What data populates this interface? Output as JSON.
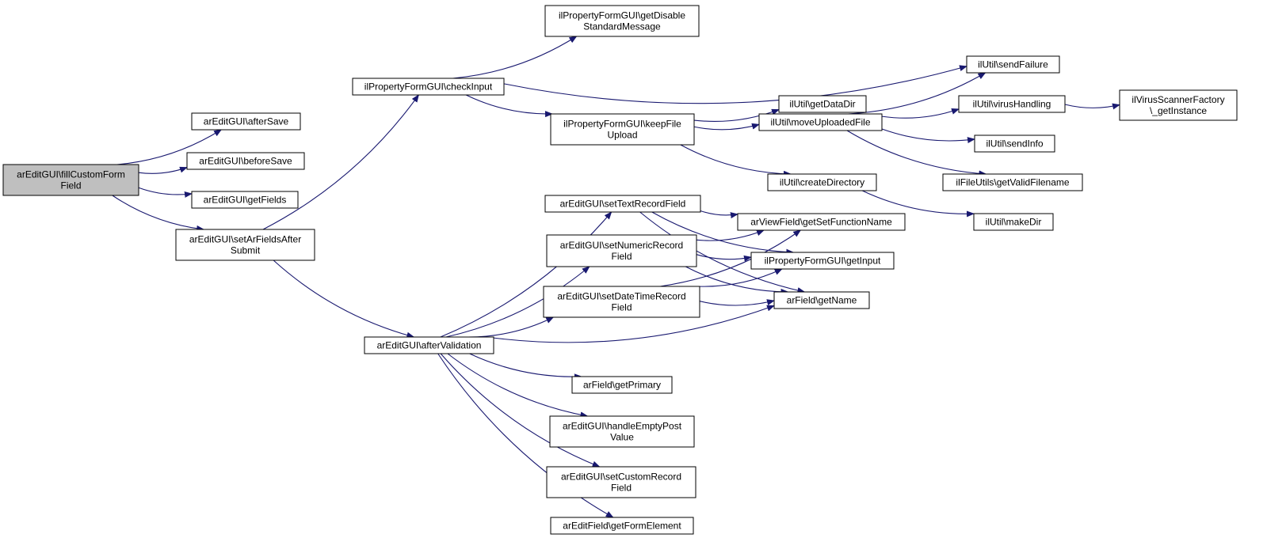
{
  "colors": {
    "edge": "#191970",
    "node_fill": "#ffffff",
    "root_fill": "#bfbfbf",
    "node_border": "#000000"
  },
  "nodes": [
    {
      "id": "fill",
      "lines": [
        "arEditGUI\\fillCustomForm",
        "Field"
      ],
      "root": true
    },
    {
      "id": "afterSave",
      "lines": [
        "arEditGUI\\afterSave"
      ]
    },
    {
      "id": "beforeSave",
      "lines": [
        "arEditGUI\\beforeSave"
      ]
    },
    {
      "id": "getFields",
      "lines": [
        "arEditGUI\\getFields"
      ]
    },
    {
      "id": "setArFields",
      "lines": [
        "arEditGUI\\setArFieldsAfter",
        "Submit"
      ]
    },
    {
      "id": "checkInput",
      "lines": [
        "ilPropertyFormGUI\\checkInput"
      ]
    },
    {
      "id": "getDisable",
      "lines": [
        "ilPropertyFormGUI\\getDisable",
        "StandardMessage"
      ]
    },
    {
      "id": "keepFile",
      "lines": [
        "ilPropertyFormGUI\\keepFile",
        "Upload"
      ]
    },
    {
      "id": "sendFailure",
      "lines": [
        "ilUtil\\sendFailure"
      ]
    },
    {
      "id": "getDataDir",
      "lines": [
        "ilUtil\\getDataDir"
      ]
    },
    {
      "id": "moveUploaded",
      "lines": [
        "ilUtil\\moveUploadedFile"
      ]
    },
    {
      "id": "virusHandling",
      "lines": [
        "ilUtil\\virusHandling"
      ]
    },
    {
      "id": "virusScanner",
      "lines": [
        "ilVirusScannerFactory",
        "\\_getInstance"
      ]
    },
    {
      "id": "sendInfo",
      "lines": [
        "ilUtil\\sendInfo"
      ]
    },
    {
      "id": "validFilename",
      "lines": [
        "ilFileUtils\\getValidFilename"
      ]
    },
    {
      "id": "createDir",
      "lines": [
        "ilUtil\\createDirectory"
      ]
    },
    {
      "id": "makeDir",
      "lines": [
        "ilUtil\\makeDir"
      ]
    },
    {
      "id": "afterValidation",
      "lines": [
        "arEditGUI\\afterValidation"
      ]
    },
    {
      "id": "setText",
      "lines": [
        "arEditGUI\\setTextRecordField"
      ]
    },
    {
      "id": "setNumeric",
      "lines": [
        "arEditGUI\\setNumericRecord",
        "Field"
      ]
    },
    {
      "id": "setDateTime",
      "lines": [
        "arEditGUI\\setDateTimeRecord",
        "Field"
      ]
    },
    {
      "id": "getSetFunc",
      "lines": [
        "arViewField\\getSetFunctionName"
      ]
    },
    {
      "id": "getInput",
      "lines": [
        "ilPropertyFormGUI\\getInput"
      ]
    },
    {
      "id": "getName",
      "lines": [
        "arField\\getName"
      ]
    },
    {
      "id": "getPrimary",
      "lines": [
        "arField\\getPrimary"
      ]
    },
    {
      "id": "handleEmpty",
      "lines": [
        "arEditGUI\\handleEmptyPost",
        "Value"
      ]
    },
    {
      "id": "setCustom",
      "lines": [
        "arEditGUI\\setCustomRecord",
        "Field"
      ]
    },
    {
      "id": "getFormElement",
      "lines": [
        "arEditField\\getFormElement"
      ]
    }
  ],
  "edges": [
    {
      "from": "fill",
      "to": "afterSave"
    },
    {
      "from": "fill",
      "to": "beforeSave"
    },
    {
      "from": "fill",
      "to": "getFields"
    },
    {
      "from": "fill",
      "to": "setArFields"
    },
    {
      "from": "setArFields",
      "to": "checkInput"
    },
    {
      "from": "setArFields",
      "to": "afterValidation"
    },
    {
      "from": "checkInput",
      "to": "getDisable"
    },
    {
      "from": "checkInput",
      "to": "sendFailure"
    },
    {
      "from": "checkInput",
      "to": "keepFile"
    },
    {
      "from": "keepFile",
      "to": "getDataDir"
    },
    {
      "from": "keepFile",
      "to": "moveUploaded"
    },
    {
      "from": "keepFile",
      "to": "createDir"
    },
    {
      "from": "moveUploaded",
      "to": "sendFailure"
    },
    {
      "from": "moveUploaded",
      "to": "virusHandling"
    },
    {
      "from": "moveUploaded",
      "to": "sendInfo"
    },
    {
      "from": "moveUploaded",
      "to": "validFilename"
    },
    {
      "from": "virusHandling",
      "to": "virusScanner"
    },
    {
      "from": "createDir",
      "to": "makeDir"
    },
    {
      "from": "afterValidation",
      "to": "setText"
    },
    {
      "from": "afterValidation",
      "to": "setNumeric"
    },
    {
      "from": "afterValidation",
      "to": "setDateTime"
    },
    {
      "from": "afterValidation",
      "to": "getName"
    },
    {
      "from": "afterValidation",
      "to": "getPrimary"
    },
    {
      "from": "afterValidation",
      "to": "handleEmpty"
    },
    {
      "from": "afterValidation",
      "to": "setCustom"
    },
    {
      "from": "afterValidation",
      "to": "getFormElement"
    },
    {
      "from": "setText",
      "to": "getSetFunc"
    },
    {
      "from": "setText",
      "to": "getInput"
    },
    {
      "from": "setText",
      "to": "getName"
    },
    {
      "from": "setNumeric",
      "to": "getSetFunc"
    },
    {
      "from": "setNumeric",
      "to": "getInput"
    },
    {
      "from": "setNumeric",
      "to": "getName"
    },
    {
      "from": "setDateTime",
      "to": "getSetFunc"
    },
    {
      "from": "setDateTime",
      "to": "getInput"
    },
    {
      "from": "setDateTime",
      "to": "getName"
    }
  ]
}
